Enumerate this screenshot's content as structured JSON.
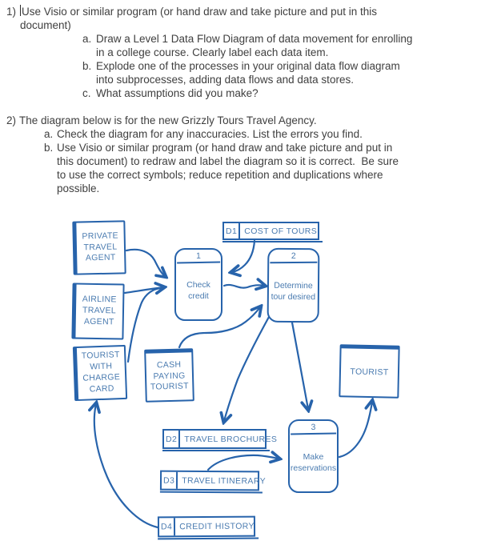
{
  "assignment": {
    "q1": {
      "marker": "1)",
      "line1": "Use Visio or similar program (or hand draw and take picture and put in this",
      "line2": "document)",
      "items": {
        "a": {
          "marker": "a.",
          "line1": "Draw a Level 1 Data Flow Diagram of data movement for enrolling",
          "line2": "in a college course. Clearly label each data item."
        },
        "b": {
          "marker": "b.",
          "line1": "Explode one of the processes in your original data flow diagram",
          "line2": "into subprocesses, adding data flows and data stores."
        },
        "c": {
          "marker": "c.",
          "line1": "What assumptions did you make?"
        }
      }
    },
    "q2": {
      "marker": "2)",
      "line1": "The diagram below is for the new Grizzly Tours Travel Agency.",
      "items": {
        "a": {
          "marker": "a.",
          "line1": "Check the diagram for any inaccuracies. List the errors you find."
        },
        "b": {
          "marker": "b.",
          "line1": "Use Visio or similar program (or hand draw and take picture and put in",
          "line2": "this document) to redraw and label the diagram so it is correct.  Be sure",
          "line3": "to use the correct symbols; reduce repetition and duplications where",
          "line4": "possible."
        }
      }
    }
  },
  "diagram": {
    "ink_color": "#2763ab",
    "text_color": "#4a7bb0",
    "entities": {
      "private": "PRIVATE TRAVEL AGENT",
      "airline": "AIRLINE TRAVEL AGENT",
      "tourist_wcc": "TOURIST WITH CHARGE CARD",
      "cash": "CASH PAYING TOURIST",
      "tourist": "TOURIST"
    },
    "processes": {
      "p1": {
        "number": "1",
        "label": "Check credit"
      },
      "p2": {
        "number": "2",
        "label": "Determine tour desired"
      },
      "p3": {
        "number": "3",
        "label": "Make reservations"
      }
    },
    "stores": {
      "d1": {
        "id": "D1",
        "name": "COST OF TOURS"
      },
      "d2": {
        "id": "D2",
        "name": "TRAVEL BROCHURES"
      },
      "d3": {
        "id": "D3",
        "name": "TRAVEL ITINERARY"
      },
      "d4": {
        "id": "D4",
        "name": "CREDIT HISTORY"
      }
    }
  }
}
